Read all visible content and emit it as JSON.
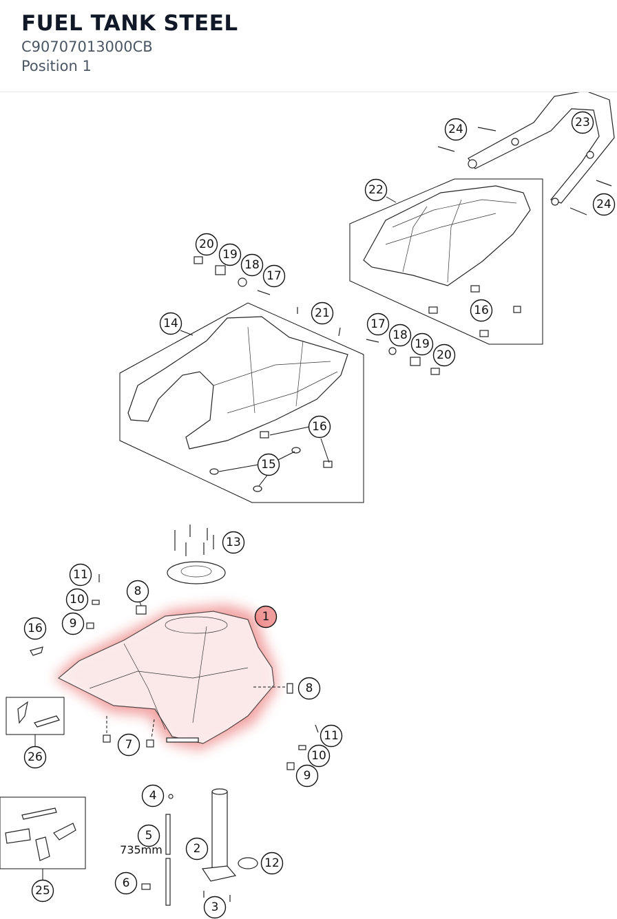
{
  "header": {
    "title": "FUEL TANK STEEL",
    "part_number": "C90707013000CB",
    "position": "Position 1"
  },
  "diagram": {
    "highlight_color": "#e85a5a",
    "highlighted_part": "1",
    "length_label": "735mm",
    "callouts": [
      "24",
      "23",
      "24",
      "22",
      "20",
      "19",
      "18",
      "17",
      "21",
      "16",
      "14",
      "17",
      "18",
      "19",
      "20",
      "16",
      "15",
      "13",
      "11",
      "10",
      "8",
      "1",
      "16",
      "9",
      "8",
      "26",
      "7",
      "11",
      "10",
      "9",
      "4",
      "5",
      "25",
      "2",
      "12",
      "6",
      "3"
    ]
  }
}
